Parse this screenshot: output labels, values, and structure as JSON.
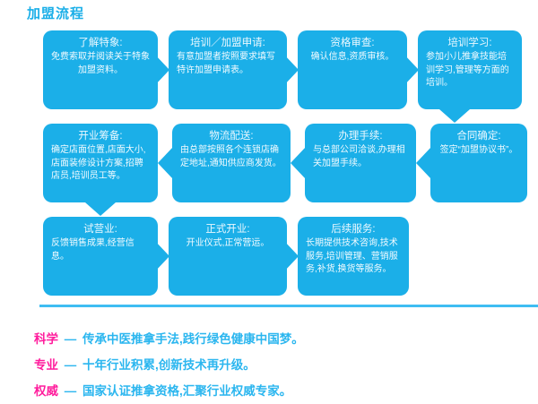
{
  "header": {
    "title": "加盟流程"
  },
  "colors": {
    "box_fill": "#1BAFE8",
    "title_cyan": "#1BAFE8",
    "divider": "#3FBDF2",
    "slogan_label_pink": "#FF1C9C",
    "slogan_text_cyan": "#2BB6EF",
    "page_background": "#FFFFFF"
  },
  "flow": {
    "rows": [
      {
        "direction": "left-to-right",
        "steps": [
          {
            "title": "了解特象:",
            "body": "免费索取并阅读关于特象加盟资料。"
          },
          {
            "title": "培训／加盟申请:",
            "body": "有意加盟者按照要求填写特许加盟申请表。"
          },
          {
            "title": "资格审查:",
            "body": "确认信息,资质审核。"
          },
          {
            "title": "培训学习:",
            "body": "参加小儿推拿技能培训学习,管理等方面的培训。"
          }
        ]
      },
      {
        "direction": "right-to-left",
        "steps": [
          {
            "title": "开业筹备:",
            "body": "确定店面位置,店面大小,店面装修设计方案,招聘店员,培训员工等。"
          },
          {
            "title": "物流配送:",
            "body": "由总部按照各个连锁店确定地址,通知供应商发货。"
          },
          {
            "title": "办理手续:",
            "body": "与总部公司洽谈,办理相关加盟手续。"
          },
          {
            "title": "合同确定:",
            "body": "签定“加盟协议书”。"
          }
        ]
      },
      {
        "direction": "left-to-right",
        "steps": [
          {
            "title": "试营业:",
            "body": "反馈销售成果,经营信息。"
          },
          {
            "title": "正式开业:",
            "body": "开业仪式,正常营运。"
          },
          {
            "title": "后续服务:",
            "body": "长期提供技术咨询,技术服务,培训管理、营销服务,补货,换货等服务。"
          }
        ]
      }
    ],
    "connectors": {
      "row1_to_row2": "arrow-down-right-side",
      "row2_to_row3": "arrow-down-left-side"
    }
  },
  "slogans": [
    {
      "label": "科学",
      "dash": "—",
      "text": "传承中医推拿手法,践行绿色健康中国梦。"
    },
    {
      "label": "专业",
      "dash": "—",
      "text": "十年行业积累,创新技术再升级。"
    },
    {
      "label": "权威",
      "dash": "—",
      "text": "国家认证推拿资格,汇聚行业权威专家。"
    }
  ]
}
